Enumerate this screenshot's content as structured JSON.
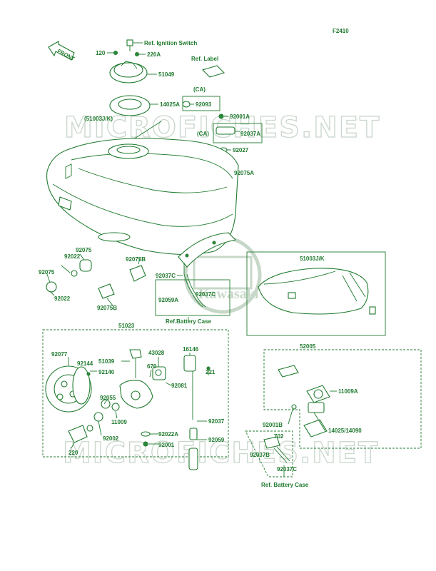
{
  "figure_code": "F2410",
  "watermark_text": "MICROFICHES.NET",
  "logo_text": "Kawasaki",
  "front_arrow_label": "FRONT",
  "labels": {
    "ref_ignition_switch": "Ref. Ignition Switch",
    "p120": "120",
    "p220A": "220A",
    "ref_label": "Ref. Label",
    "p51049": "51049",
    "ca_1": "(CA)",
    "p14025A": "14025A",
    "p92093": "92093",
    "p51003JK_main": "(51003J/K)",
    "p92001A": "92001A",
    "ca_2": "(CA)",
    "p92037A": "92037A",
    "p92027": "92027",
    "p92075A": "92075A",
    "p92075_top": "92075",
    "p92022_top": "92022",
    "p92075B_top": "92075B",
    "p92075_left": "92075",
    "p92022_left": "92022",
    "p92037C_a": "92037C",
    "p92075B_bot": "92075B",
    "p92059A": "92059A",
    "p92037C_b": "92037C",
    "ref_battery_case_1": "Ref.Battery Case",
    "p51003JK_inset": "51003J/K",
    "p51023": "51023",
    "p92077": "92077",
    "p92144": "92144",
    "p51039": "51039",
    "p43028": "43028",
    "p16146": "16146",
    "p92140": "92140",
    "p670": "670",
    "p221": "221",
    "p92081": "92081",
    "p92055": "92055",
    "p11009": "11009",
    "p92002": "92002",
    "p92022A": "92022A",
    "p92001": "92001",
    "p220": "220",
    "p92037": "92037",
    "p92059": "92059",
    "p52005": "52005",
    "p11009A": "11009A",
    "p92001B": "92001B",
    "p14025_14090": "14025/14090",
    "p702": "702",
    "p92037B": "92037B",
    "p92037C_c": "92037C",
    "ref_battery_case_2": "Ref. Battery Case"
  }
}
